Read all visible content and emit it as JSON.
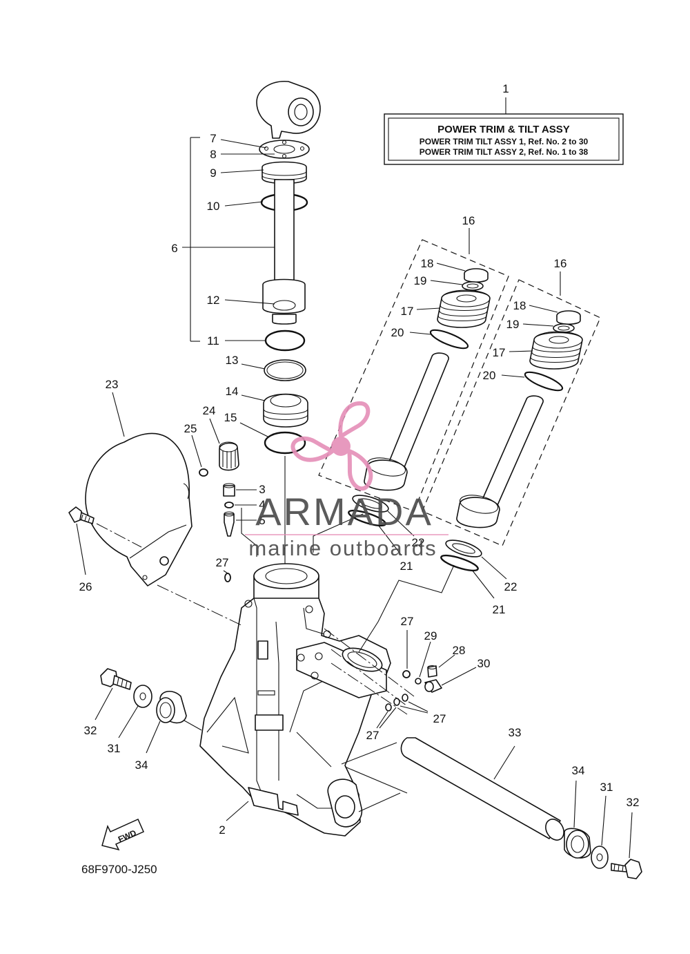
{
  "title_box": {
    "ref": "1",
    "line1": "POWER TRIM & TILT ASSY",
    "line2": "POWER TRIM TILT ASSY 1,  Ref. No. 2 to 30",
    "line3": "POWER TRIM TILT ASSY 2,  Ref. No. 1 to 38"
  },
  "watermark": {
    "brand": "ARMADA",
    "tagline": "marine outboards",
    "logo_icon": "propeller-icon",
    "logo_color": "#e58fb8"
  },
  "fwd_label": "FWD",
  "diagram_code": "68F9700-J250",
  "callouts": {
    "n2": "2",
    "n3": "3",
    "n4": "4",
    "n5": "5",
    "n6": "6",
    "n7": "7",
    "n8": "8",
    "n9": "9",
    "n10": "10",
    "n11": "11",
    "n12": "12",
    "n13": "13",
    "n14": "14",
    "n15": "15",
    "n16a": "16",
    "n16b": "16",
    "n17a": "17",
    "n17b": "17",
    "n18a": "18",
    "n18b": "18",
    "n19a": "19",
    "n19b": "19",
    "n20a": "20",
    "n20b": "20",
    "n21a": "21",
    "n21b": "21",
    "n22a": "22",
    "n22b": "22",
    "n23": "23",
    "n24": "24",
    "n25": "25",
    "n26": "26",
    "n27a": "27",
    "n27b": "27",
    "n27c": "27",
    "n27d": "27",
    "n28": "28",
    "n29": "29",
    "n30": "30",
    "n31a": "31",
    "n31b": "31",
    "n32a": "32",
    "n32b": "32",
    "n33": "33",
    "n34a": "34",
    "n34b": "34"
  }
}
